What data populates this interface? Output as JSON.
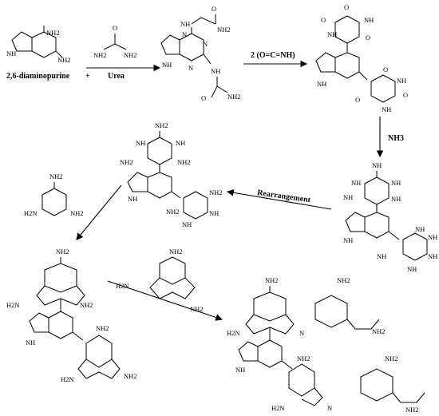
{
  "captions": {
    "reactant_name": "2,6-diaminopurine",
    "plus": "+",
    "urea": "Urea",
    "step2": "2 (O=C=NH)",
    "step3": "NH3",
    "rearrangement": "Rearrangement"
  },
  "atoms": {
    "nh2": "NH2",
    "nh2_alt": "NH₂",
    "nh": "NH",
    "n": "N",
    "o": "O",
    "h2n": "H2N",
    "h2n_alt": "H₂N"
  }
}
